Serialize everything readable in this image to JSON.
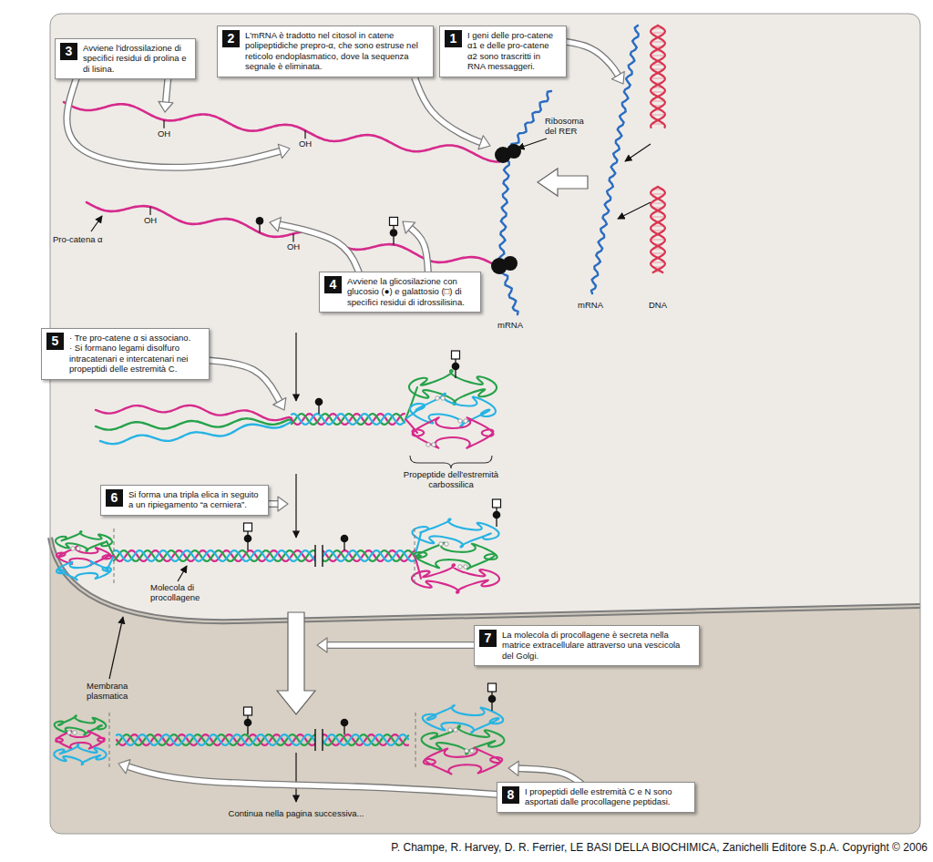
{
  "diagram": {
    "nodes": [
      {
        "text": [
          "1",
          "I geni delle pro-catene α1 e delle pro-catene α2 sono trascritti in RNA messaggeri."
        ]
      },
      {
        "text": [
          "2",
          "L'mRNA è tradotto nel citosol in catene polipeptidiche prepro-α, che sono estruse nel reticolo endoplasmatico, dove la sequenza segnale è eliminata."
        ]
      },
      {
        "text": [
          "3",
          "Avviene l'idrossilazione di specifici residui di prolina e di lisina."
        ]
      },
      {
        "text": [
          "4",
          "Avviene la glicosilazione con glucosio (●) e galattosio (□) di specifici residui di idrossilisina."
        ]
      },
      {
        "text": [
          "5",
          "· Tre pro-catene α si associano.",
          "· Si formano legami disolfuro intracatenari e intercatenari nei propeptidi delle estremità C."
        ]
      },
      {
        "text": [
          "6",
          "Si forma una tripla elica in seguito a un ripiegamento “a cerniera”."
        ]
      },
      {
        "text": [
          "7",
          "La molecola di procollagene è secreta nella matrice extracellulare attraverso una vescicola del Golgi."
        ]
      },
      {
        "text": [
          "8",
          "I propeptidi delle estremità C e N sono asportati dalle procollagene peptidasi."
        ]
      }
    ],
    "labels": [
      "Ribosoma del RER",
      "OH",
      "OH",
      "Pro-catena α",
      "OH",
      "OH",
      "mRNA",
      "mRNA",
      "DNA",
      "Propeptide dell'estremità carbossilica",
      "Molecola di procollagene",
      "Membrana plasmatica",
      "Continua nella pagina successiva...",
      "P. Champe, R. Harvey, D. R. Ferrier, LE BASI DELLA BIOCHIMICA, Zanichelli Editore S.p.A. Copyright © 2006"
    ]
  }
}
